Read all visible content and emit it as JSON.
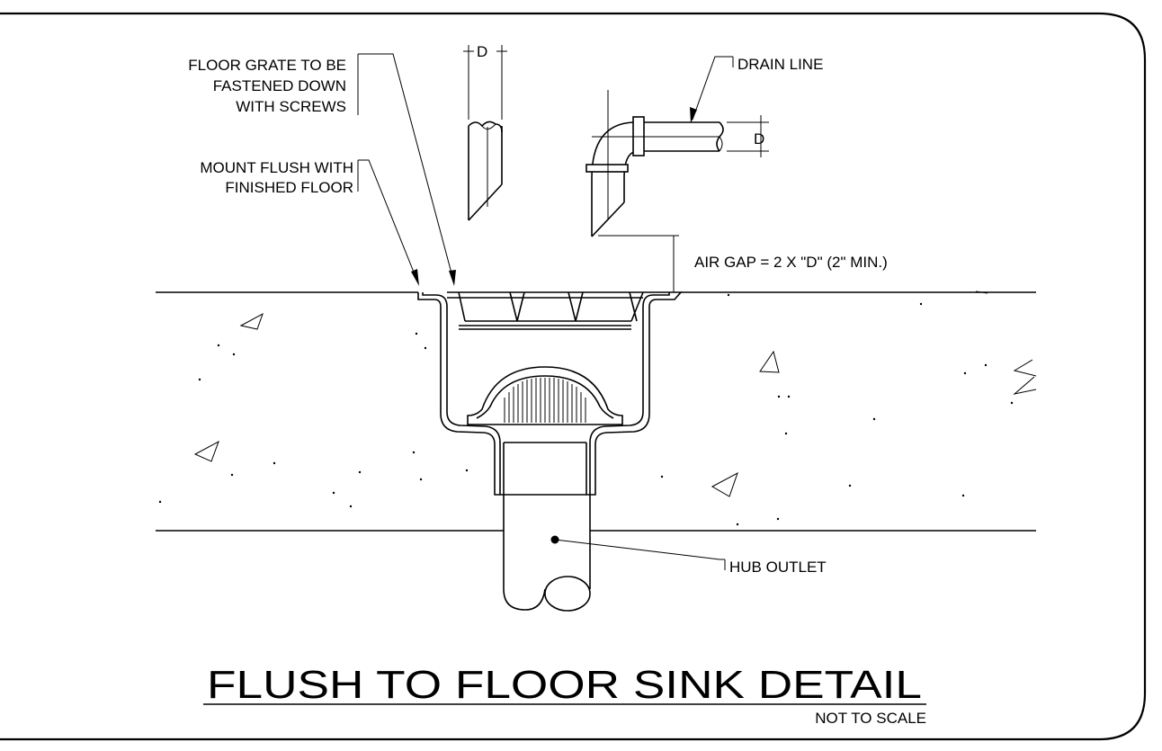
{
  "title": "FLUSH TO FLOOR SINK DETAIL",
  "subtitle": "NOT TO SCALE",
  "callouts": {
    "floor_grate": [
      "FLOOR GRATE TO BE",
      "FASTENED DOWN",
      "WITH SCREWS"
    ],
    "mount_flush": [
      "MOUNT FLUSH WITH",
      "FINISHED FLOOR"
    ],
    "drain_line": "DRAIN LINE",
    "air_gap": "AIR GAP = 2 X \"D\" (2\" MIN.)",
    "hub_outlet": "HUB OUTLET"
  },
  "dimension_labels": {
    "pipe_vertical_d": "D",
    "pipe_horizontal_d": "D"
  }
}
